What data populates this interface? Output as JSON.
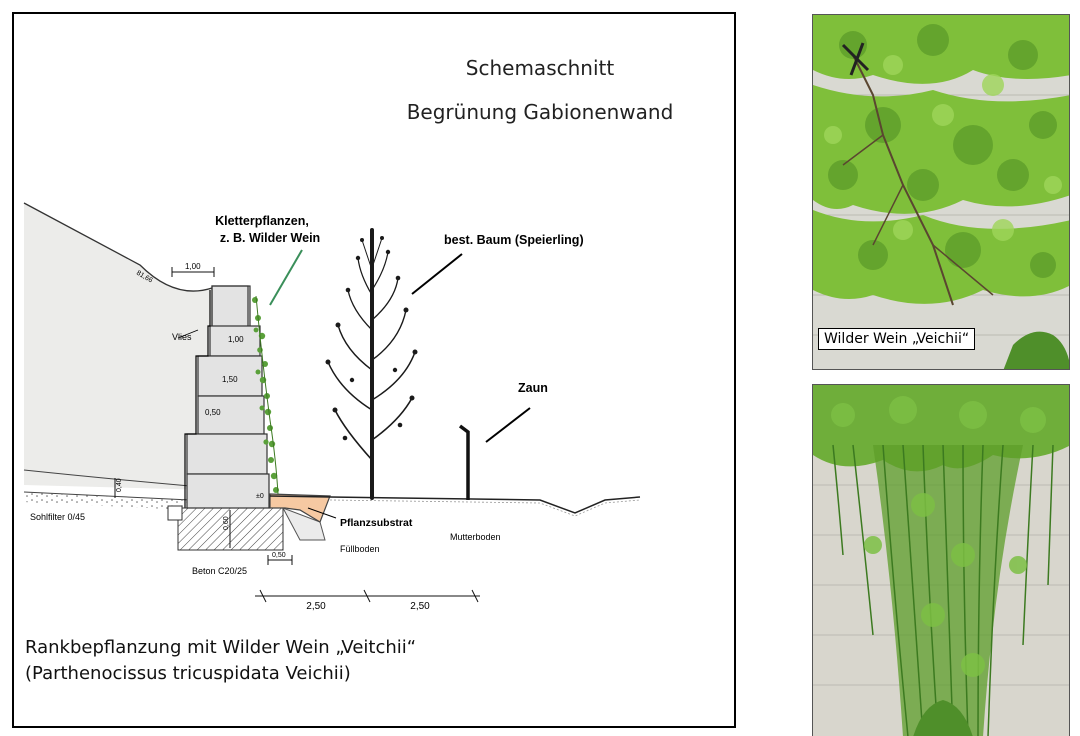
{
  "title": {
    "line1": "Schemaschnitt",
    "line2": "Begrünung Gabionenwand"
  },
  "labels": {
    "climbing_plants_1": "Kletterpflanzen,",
    "climbing_plants_2": "z. B. Wilder Wein",
    "tree": "best. Baum (Speierling)",
    "fence": "Zaun",
    "fleece": "Vlies",
    "sole_filter": "Sohlfilter 0/45",
    "concrete": "Beton C20/25",
    "plant_substrate": "Pflanzsubstrat",
    "fill_soil": "Füllboden",
    "topsoil": "Mutterboden",
    "elevation": "81,66",
    "dim_top": "1,00",
    "dim_box_1": "1,00",
    "dim_box_2": "1,50",
    "dim_box_3": "0,50",
    "dim_found_h": "0,60",
    "dim_found_w": "0,50",
    "dim_left_side": "0,40",
    "dim_zero": "±0",
    "dim_bottom_1": "2,50",
    "dim_bottom_2": "2,50"
  },
  "caption": {
    "line1": "Rankbepflanzung mit Wilder Wein „Veitchii“",
    "line2": "(Parthenocissus tricuspidata Veichii)"
  },
  "photos": {
    "label": "Wilder Wein „Veichii“"
  },
  "colors": {
    "climbing_label": "#3a8f5a",
    "substrate_label": "#b03a1a",
    "substrate_fill": "#f6c9a2",
    "leaf_light": "#8cc63f",
    "leaf_dark": "#4f8f2a",
    "wall": "#d8d8d0"
  }
}
